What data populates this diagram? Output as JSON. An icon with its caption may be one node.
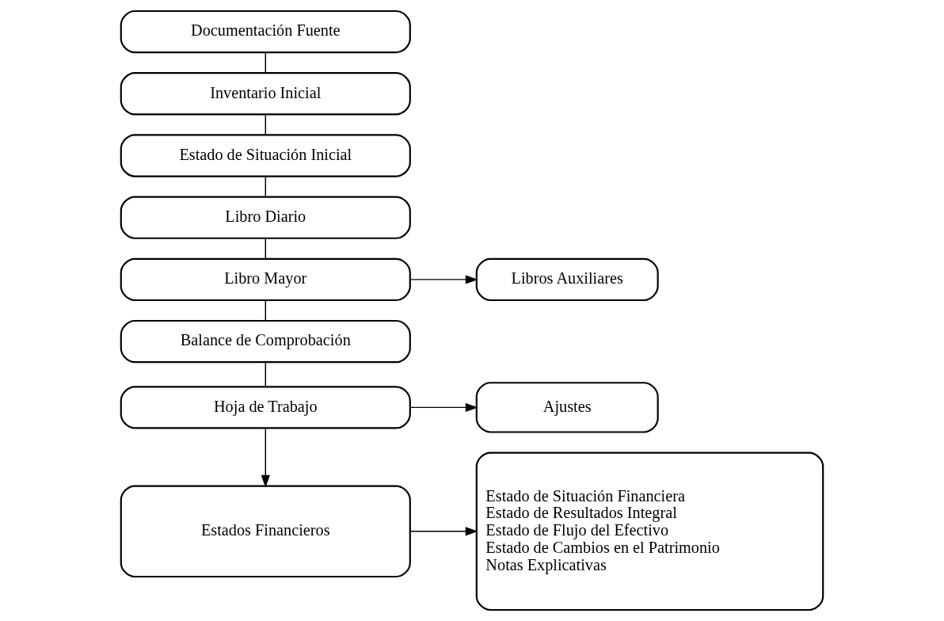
{
  "diagram": {
    "nodes": [
      {
        "text": [
          "Documentación Fuente"
        ]
      },
      {
        "text": [
          "Inventario Inicial"
        ]
      },
      {
        "text": [
          "Estado de Situación Inicial"
        ]
      },
      {
        "text": [
          "Libro Diario"
        ]
      },
      {
        "text": [
          "Libro Mayor"
        ]
      },
      {
        "text": [
          "Libros Auxiliares"
        ]
      },
      {
        "text": [
          "Balance de Comprobación"
        ]
      },
      {
        "text": [
          "Hoja de Trabajo"
        ]
      },
      {
        "text": [
          "Ajustes"
        ]
      },
      {
        "text": [
          "Estados Financieros"
        ]
      },
      {
        "text": [
          "Estado de Situación Financiera",
          "Estado de Resultados Integral",
          "Estado de Flujo del Efectivo",
          "Estado de Cambios en el Patrimonio",
          "Notas Explicativas"
        ]
      }
    ],
    "edges": [
      {
        "from": 0,
        "to": 1,
        "arrow": "none"
      },
      {
        "from": 1,
        "to": 2,
        "arrow": "none"
      },
      {
        "from": 2,
        "to": 3,
        "arrow": "none"
      },
      {
        "from": 3,
        "to": 4,
        "arrow": "none"
      },
      {
        "from": 4,
        "to": 5,
        "arrow": "to"
      },
      {
        "from": 4,
        "to": 6,
        "arrow": "none"
      },
      {
        "from": 6,
        "to": 7,
        "arrow": "none"
      },
      {
        "from": 7,
        "to": 8,
        "arrow": "to"
      },
      {
        "from": 7,
        "to": 9,
        "arrow": "to"
      },
      {
        "from": 9,
        "to": 10,
        "arrow": "to"
      }
    ]
  }
}
